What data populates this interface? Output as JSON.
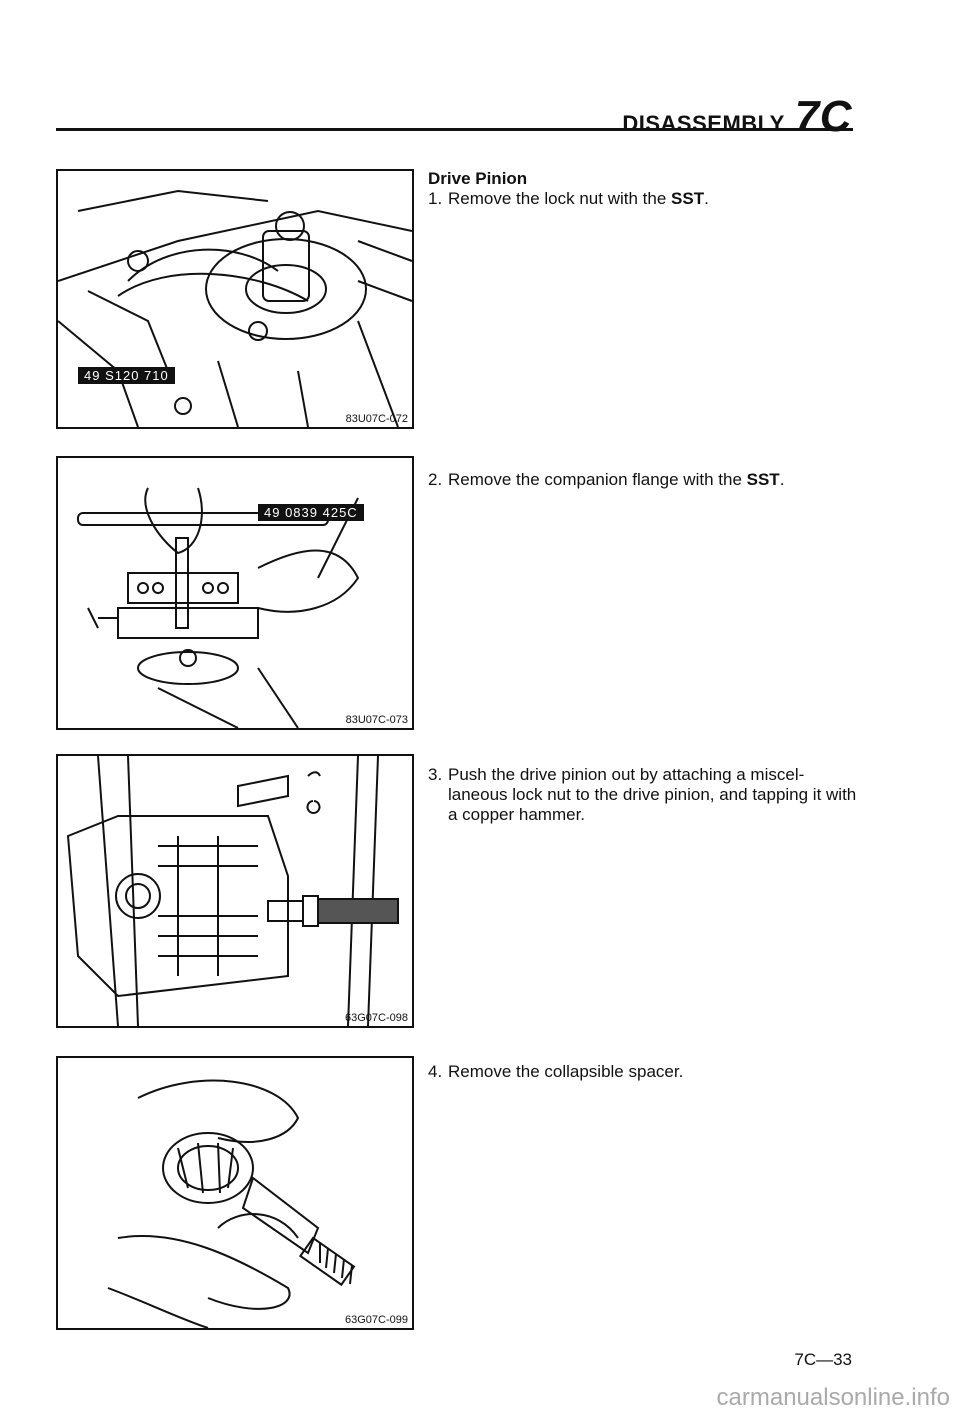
{
  "header": {
    "section_word": "DISASSEMBLY",
    "section_code": "7C"
  },
  "section_heading": "Drive Pinion",
  "steps": [
    {
      "num": "1.",
      "text": "Remove the lock nut with the ",
      "bold": "SST",
      "after": "."
    },
    {
      "num": "2.",
      "text": "Remove the companion flange with the ",
      "bold": "SST",
      "after": "."
    },
    {
      "num": "3.",
      "text": "Push the drive pinion out by attaching a miscel-laneous lock nut to the drive pinion, and tapping it with a copper hammer.",
      "bold": "",
      "after": ""
    },
    {
      "num": "4.",
      "text": "Remove the collapsible spacer.",
      "bold": "",
      "after": ""
    }
  ],
  "figures": [
    {
      "code": "83U07C-072",
      "sst": "49 S120 710"
    },
    {
      "code": "83U07C-073",
      "sst": "49 0839 425C"
    },
    {
      "code": "63G07C-098"
    },
    {
      "code": "63G07C-099"
    }
  ],
  "page_number": "7C—33",
  "watermark": "carmanualsonline.info"
}
